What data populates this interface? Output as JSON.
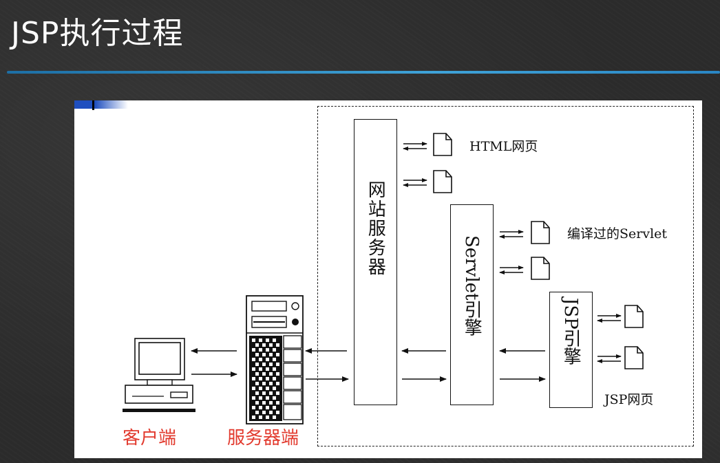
{
  "slide": {
    "title": "JSP执行过程"
  },
  "diagram": {
    "web_server": "网站服务器",
    "servlet_engine": "Servlet引擎",
    "jsp_engine": "JSP引擎",
    "html_page_label": "HTML网页",
    "compiled_servlet_label": "编译过的Servlet",
    "jsp_page_label": "JSP网页",
    "client_label": "客户端",
    "server_side_label": "服务器端"
  }
}
